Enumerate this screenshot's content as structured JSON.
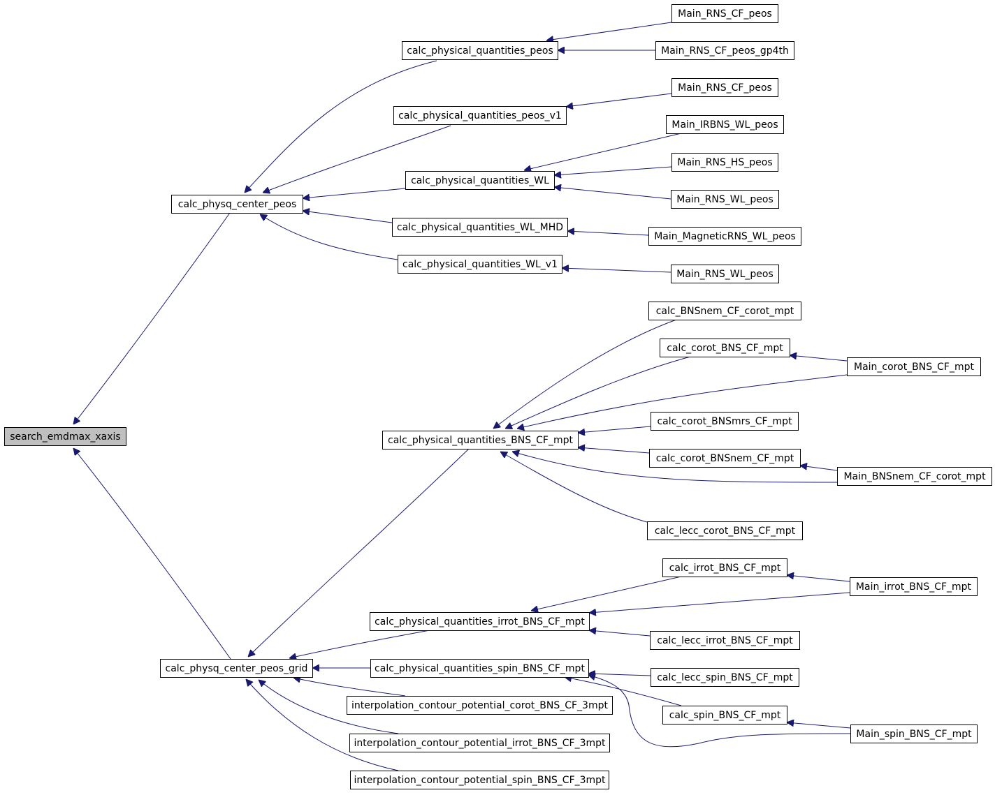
{
  "graph": {
    "nodes": [
      {
        "id": "search_emdmax_xaxis",
        "label": "search_emdmax_xaxis",
        "root": true
      },
      {
        "id": "calc_physq_center_peos",
        "label": "calc_physq_center_peos"
      },
      {
        "id": "calc_physq_center_peos_grid",
        "label": "calc_physq_center_peos_grid"
      },
      {
        "id": "cpq_peos",
        "label": "calc_physical_quantities_peos"
      },
      {
        "id": "cpq_peos_v1",
        "label": "calc_physical_quantities_peos_v1"
      },
      {
        "id": "cpq_WL",
        "label": "calc_physical_quantities_WL"
      },
      {
        "id": "cpq_WL_MHD",
        "label": "calc_physical_quantities_WL_MHD"
      },
      {
        "id": "cpq_WL_v1",
        "label": "calc_physical_quantities_WL_v1"
      },
      {
        "id": "cpq_BNS",
        "label": "calc_physical_quantities_BNS_CF_mpt"
      },
      {
        "id": "cpq_irrot",
        "label": "calc_physical_quantities_irrot_BNS_CF_mpt"
      },
      {
        "id": "cpq_spin",
        "label": "calc_physical_quantities_spin_BNS_CF_mpt"
      },
      {
        "id": "interp_corot",
        "label": "interpolation_contour_potential_corot_BNS_CF_3mpt"
      },
      {
        "id": "interp_irrot",
        "label": "interpolation_contour_potential_irrot_BNS_CF_3mpt"
      },
      {
        "id": "interp_spin",
        "label": "interpolation_contour_potential_spin_BNS_CF_3mpt"
      },
      {
        "id": "main_rns_cf_peos_a",
        "label": "Main_RNS_CF_peos"
      },
      {
        "id": "main_rns_cf_peos_gp4th",
        "label": "Main_RNS_CF_peos_gp4th"
      },
      {
        "id": "main_rns_cf_peos_b",
        "label": "Main_RNS_CF_peos"
      },
      {
        "id": "main_irbns_wl_peos",
        "label": "Main_IRBNS_WL_peos"
      },
      {
        "id": "main_rns_hs_peos",
        "label": "Main_RNS_HS_peos"
      },
      {
        "id": "main_rns_wl_peos_a",
        "label": "Main_RNS_WL_peos"
      },
      {
        "id": "main_magneticrns_wl_peos",
        "label": "Main_MagneticRNS_WL_peos"
      },
      {
        "id": "main_rns_wl_peos_b",
        "label": "Main_RNS_WL_peos"
      },
      {
        "id": "calc_bnsnem_cf_corot_mpt",
        "label": "calc_BNSnem_CF_corot_mpt"
      },
      {
        "id": "calc_corot_bns_cf_mpt",
        "label": "calc_corot_BNS_CF_mpt"
      },
      {
        "id": "main_corot_bns_cf_mpt",
        "label": "Main_corot_BNS_CF_mpt"
      },
      {
        "id": "calc_corot_bnsmrs_cf_mpt",
        "label": "calc_corot_BNSmrs_CF_mpt"
      },
      {
        "id": "calc_corot_bnsnem_cf_mpt",
        "label": "calc_corot_BNSnem_CF_mpt"
      },
      {
        "id": "main_bnsnem_cf_corot_mpt",
        "label": "Main_BNSnem_CF_corot_mpt"
      },
      {
        "id": "calc_lecc_corot_bns_cf_mpt",
        "label": "calc_lecc_corot_BNS_CF_mpt"
      },
      {
        "id": "calc_irrot_bns_cf_mpt",
        "label": "calc_irrot_BNS_CF_mpt"
      },
      {
        "id": "main_irrot_bns_cf_mpt",
        "label": "Main_irrot_BNS_CF_mpt"
      },
      {
        "id": "calc_lecc_irrot_bns_cf_mpt",
        "label": "calc_lecc_irrot_BNS_CF_mpt"
      },
      {
        "id": "calc_lecc_spin_bns_cf_mpt",
        "label": "calc_lecc_spin_BNS_CF_mpt"
      },
      {
        "id": "calc_spin_bns_cf_mpt",
        "label": "calc_spin_BNS_CF_mpt"
      },
      {
        "id": "main_spin_bns_cf_mpt",
        "label": "Main_spin_BNS_CF_mpt"
      }
    ],
    "edges": [
      [
        "calc_physq_center_peos",
        "search_emdmax_xaxis"
      ],
      [
        "calc_physq_center_peos_grid",
        "search_emdmax_xaxis"
      ],
      [
        "cpq_peos",
        "calc_physq_center_peos"
      ],
      [
        "cpq_peos_v1",
        "calc_physq_center_peos"
      ],
      [
        "cpq_WL",
        "calc_physq_center_peos"
      ],
      [
        "cpq_WL_MHD",
        "calc_physq_center_peos"
      ],
      [
        "cpq_WL_v1",
        "calc_physq_center_peos"
      ],
      [
        "main_rns_cf_peos_a",
        "cpq_peos"
      ],
      [
        "main_rns_cf_peos_gp4th",
        "cpq_peos"
      ],
      [
        "main_rns_cf_peos_b",
        "cpq_peos_v1"
      ],
      [
        "main_irbns_wl_peos",
        "cpq_WL"
      ],
      [
        "main_rns_hs_peos",
        "cpq_WL"
      ],
      [
        "main_rns_wl_peos_a",
        "cpq_WL"
      ],
      [
        "main_magneticrns_wl_peos",
        "cpq_WL_MHD"
      ],
      [
        "main_rns_wl_peos_b",
        "cpq_WL_v1"
      ],
      [
        "cpq_BNS",
        "calc_physq_center_peos_grid"
      ],
      [
        "cpq_irrot",
        "calc_physq_center_peos_grid"
      ],
      [
        "cpq_spin",
        "calc_physq_center_peos_grid"
      ],
      [
        "interp_corot",
        "calc_physq_center_peos_grid"
      ],
      [
        "interp_irrot",
        "calc_physq_center_peos_grid"
      ],
      [
        "interp_spin",
        "calc_physq_center_peos_grid"
      ],
      [
        "calc_bnsnem_cf_corot_mpt",
        "cpq_BNS"
      ],
      [
        "calc_corot_bns_cf_mpt",
        "cpq_BNS"
      ],
      [
        "main_corot_bns_cf_mpt",
        "cpq_BNS"
      ],
      [
        "calc_corot_bnsmrs_cf_mpt",
        "cpq_BNS"
      ],
      [
        "calc_corot_bnsnem_cf_mpt",
        "cpq_BNS"
      ],
      [
        "main_bnsnem_cf_corot_mpt",
        "cpq_BNS"
      ],
      [
        "calc_lecc_corot_bns_cf_mpt",
        "cpq_BNS"
      ],
      [
        "main_corot_bns_cf_mpt",
        "calc_corot_bns_cf_mpt"
      ],
      [
        "main_bnsnem_cf_corot_mpt",
        "calc_corot_bnsnem_cf_mpt"
      ],
      [
        "calc_irrot_bns_cf_mpt",
        "cpq_irrot"
      ],
      [
        "main_irrot_bns_cf_mpt",
        "cpq_irrot"
      ],
      [
        "calc_lecc_irrot_bns_cf_mpt",
        "cpq_irrot"
      ],
      [
        "main_irrot_bns_cf_mpt",
        "calc_irrot_bns_cf_mpt"
      ],
      [
        "calc_lecc_spin_bns_cf_mpt",
        "cpq_spin"
      ],
      [
        "calc_spin_bns_cf_mpt",
        "cpq_spin"
      ],
      [
        "main_spin_bns_cf_mpt",
        "cpq_spin"
      ],
      [
        "main_spin_bns_cf_mpt",
        "calc_spin_bns_cf_mpt"
      ]
    ]
  }
}
